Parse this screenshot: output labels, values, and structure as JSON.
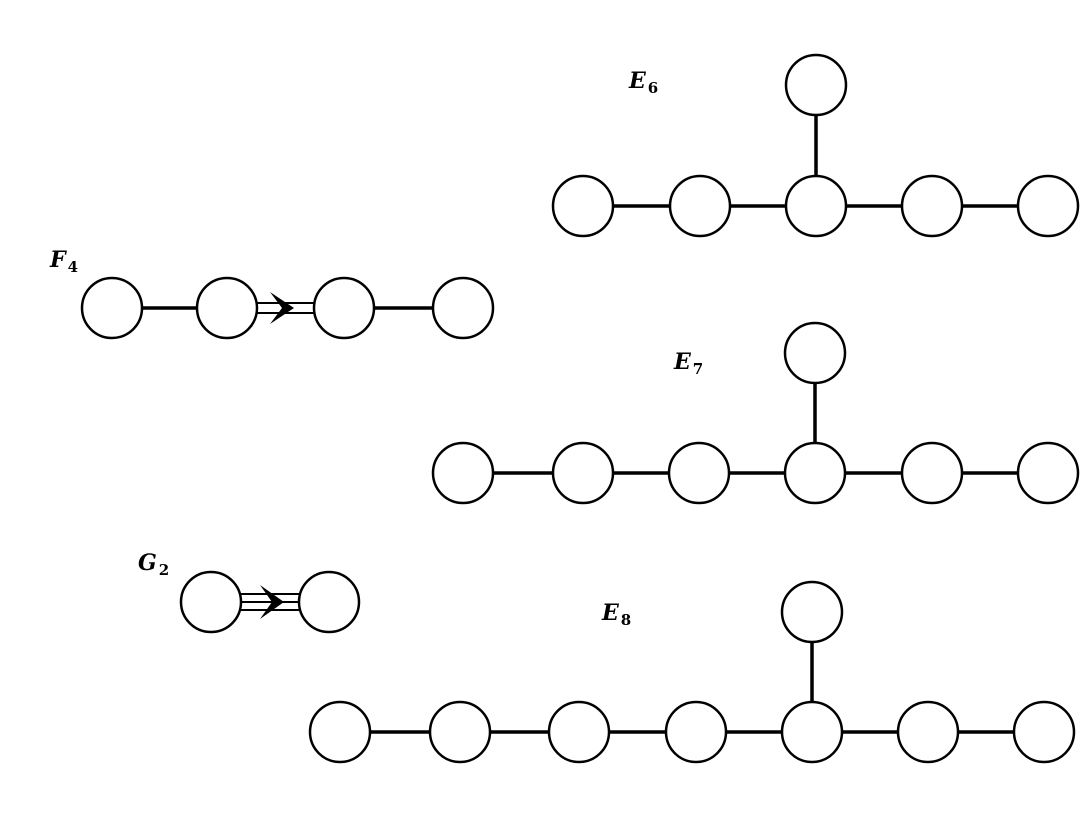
{
  "diagrams": {
    "e6": {
      "letter": "E",
      "index": "6",
      "nodes": 6
    },
    "f4": {
      "letter": "F",
      "index": "4",
      "nodes": 4
    },
    "e7": {
      "letter": "E",
      "index": "7",
      "nodes": 7
    },
    "g2": {
      "letter": "G",
      "index": "2",
      "nodes": 2
    },
    "e8": {
      "letter": "E",
      "index": "8",
      "nodes": 8
    }
  },
  "colors": {
    "stroke": "#000000",
    "node_fill": "#ffffff",
    "background": "#ffffff"
  }
}
